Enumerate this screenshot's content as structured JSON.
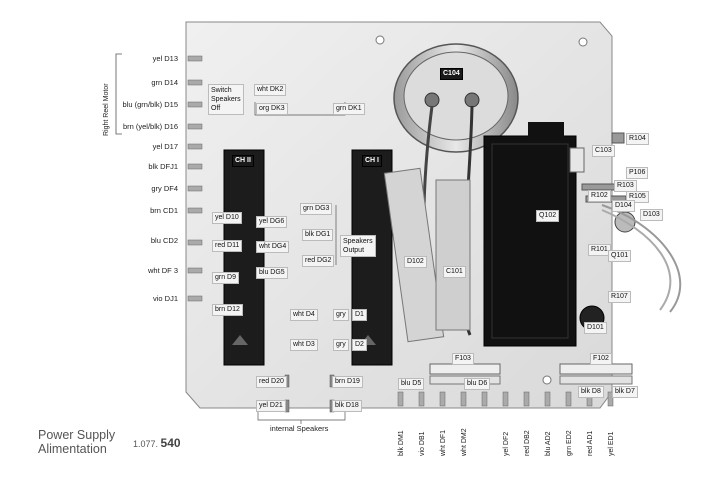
{
  "title": {
    "line1": "Power Supply",
    "line2": "Alimentation"
  },
  "part_number": {
    "prefix": "1.077.",
    "suffix": "540"
  },
  "motor_label": "Right Reel Motor",
  "left_labels": [
    "yel D13",
    "grn D14",
    "blu (grn/blk) D15",
    "brn (yel/blk) D16",
    "yel D17",
    "blk DFJ1",
    "gry DF4",
    "brn CD1",
    "blu CD2",
    "wht DF 3",
    "vio DJ1"
  ],
  "switch_label": {
    "l1": "Switch",
    "l2": "Speakers",
    "l3": "Off"
  },
  "speakers_label": {
    "l1": "Speakers",
    "l2": "Output"
  },
  "internal_label": "internal Speakers",
  "channels": {
    "ch2": "CH II",
    "ch1": "CH I"
  },
  "tags": {
    "dk2": "wht DK2",
    "dk3": "org DK3",
    "dk1": "grn DK1",
    "d10": "yel D10",
    "d11": "red D11",
    "d9": "grn D9",
    "d12": "brn D12",
    "dg6": "yel DG6",
    "dg3": "grn DG3",
    "dg1": "blk DG1",
    "dg4": "wht DG4",
    "dg2": "red DG2",
    "dg5": "blu DG5",
    "d4": "wht D4",
    "d1": "D1",
    "gry1": "gry",
    "d3": "wht D3",
    "d2": "D2",
    "gry2": "gry",
    "d20": "red D20",
    "d19": "brn D19",
    "d21": "yel D21",
    "d18": "blk D18",
    "d5": "blu D5",
    "d6": "blu D6",
    "d8": "blk D8",
    "d7": "blk D7"
  },
  "components": {
    "c104": "C104",
    "c103": "C103",
    "r104": "R104",
    "p106": "P106",
    "r103": "R103",
    "r105": "R105",
    "d104": "D104",
    "d103": "D103",
    "r102": "R102",
    "q102": "Q102",
    "d102": "D102",
    "c101": "C101",
    "r101": "R101",
    "q101": "Q101",
    "r107": "R107",
    "d101": "D101",
    "f103": "F103",
    "f102": "F102"
  },
  "bottom_labels": [
    "blk DM1",
    "vio DB1",
    "wht DF1",
    "wht DM2",
    "yel DF2",
    "red DB2",
    "blu AD2",
    "grn ED2",
    "red AD1",
    "yel ED1"
  ]
}
